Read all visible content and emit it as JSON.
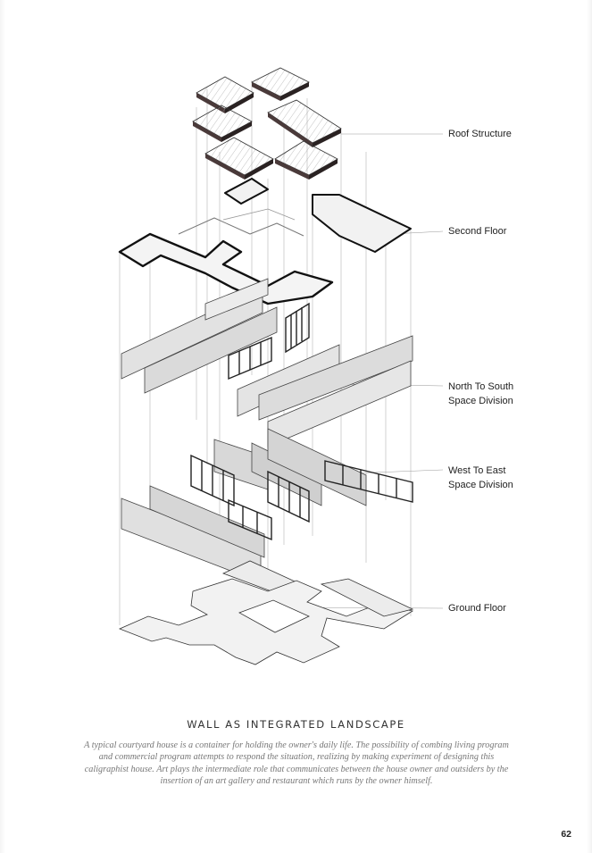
{
  "labels": {
    "roof_structure": "Roof Structure",
    "second_floor": "Second Floor",
    "north_south": [
      "North To South",
      "Space Division"
    ],
    "west_east": [
      "West To East",
      "Space Division"
    ],
    "ground_floor": "Ground Floor"
  },
  "title": "WALL AS INTEGRATED LANDSCAPE",
  "body": "A typical courtyard house is a container for holding the owner's daily life. The possibility of combing living program and commercial program attempts to respond the situation, realizing by making experiment of designing this caligraphist house. Art plays the intermediate role that communicates between the house owner and outsiders by the insertion of an art gallery and restaurant which runs by the owner himself.",
  "page_number": "62"
}
